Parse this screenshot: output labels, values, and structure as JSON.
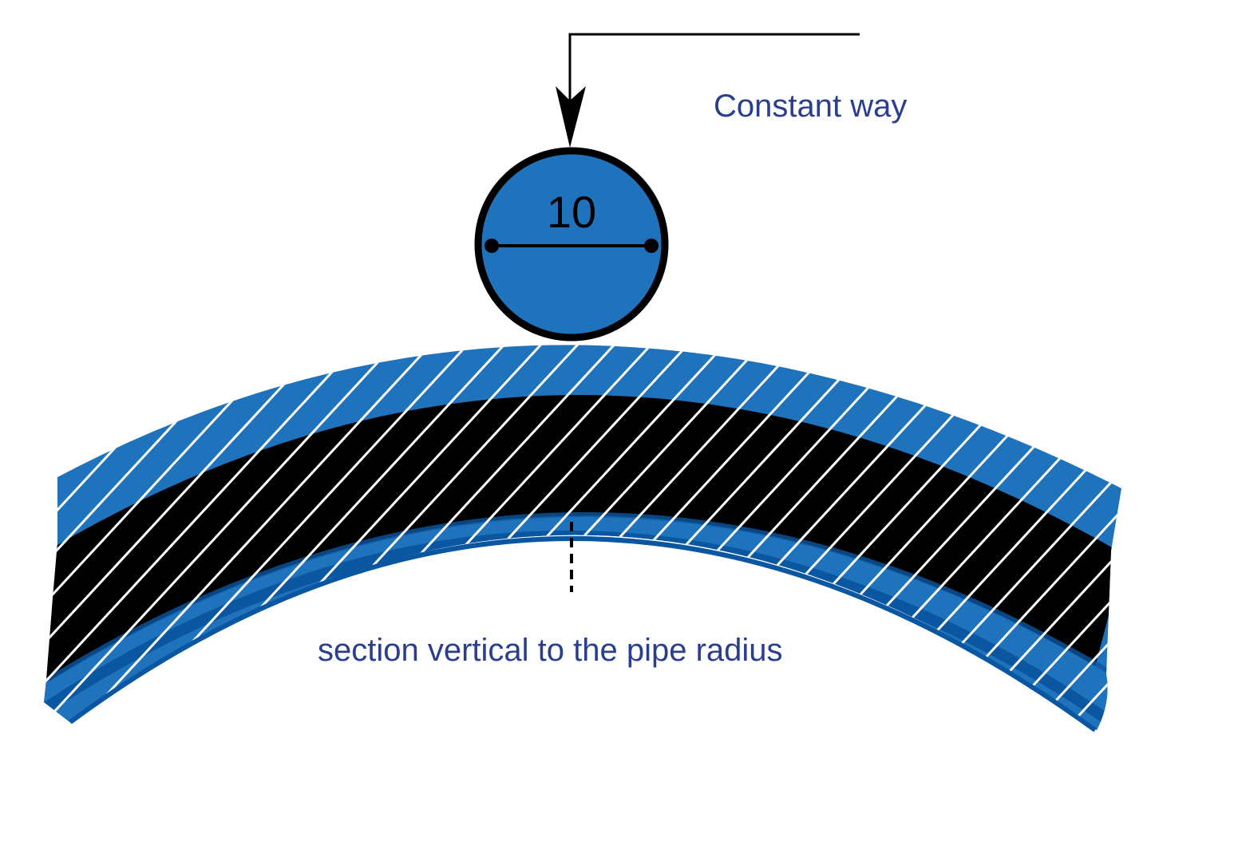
{
  "diagram": {
    "title_label": "Constant way",
    "section_label": "section vertical to the pipe radius",
    "indenter": {
      "diameter_value": "10"
    },
    "colors": {
      "pipe_blue": "#1f73bd",
      "pipe_edge_blue": "#0b56a1",
      "inner_layer": "#000000",
      "hatch": "#ffffff",
      "label_blue": "#2a3e8f",
      "stroke": "#000000"
    },
    "icons": {
      "arrow": "down-arrow-icon",
      "diameter": "diameter-dimension-icon"
    }
  }
}
